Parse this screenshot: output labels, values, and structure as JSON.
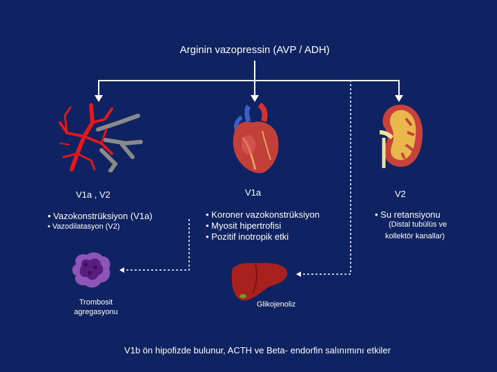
{
  "title": "Arginin vazopressin  (AVP / ADH)",
  "receptors": {
    "vessels": "V1a , V2",
    "heart": "V1a",
    "kidney": "V2"
  },
  "effects": {
    "vessels": [
      "• Vazokonstrüksiyon (V1a)",
      "• Vazodilatasyon (V2)"
    ],
    "heart": [
      "• Koroner vazokonstrüksiyon",
      "• Myosit hipertrofisi",
      "• Pozitif inotropik etki"
    ],
    "kidney": [
      "• Su retansiyonu",
      "(Distal tubülüs ve",
      "kollektör kanallar)"
    ]
  },
  "outcomes": {
    "platelet_line1": "Trombosit",
    "platelet_line2": "agregasyonu",
    "liver": "Glikojenoliz"
  },
  "footer": "V1b ön hipofizde bulunur,  ACTH  ve  Beta- endorfin salınımını etkiler",
  "colors": {
    "background": "#0f2262",
    "text": "#ffffff",
    "vessel": "#e0191d",
    "platelet": "#6b2a8c",
    "liver": "#a8211c"
  },
  "icons": {
    "vessels": "blood-vessels-image",
    "heart": "heart-image",
    "kidney": "kidney-image",
    "platelet": "platelet-image",
    "liver": "liver-image"
  }
}
